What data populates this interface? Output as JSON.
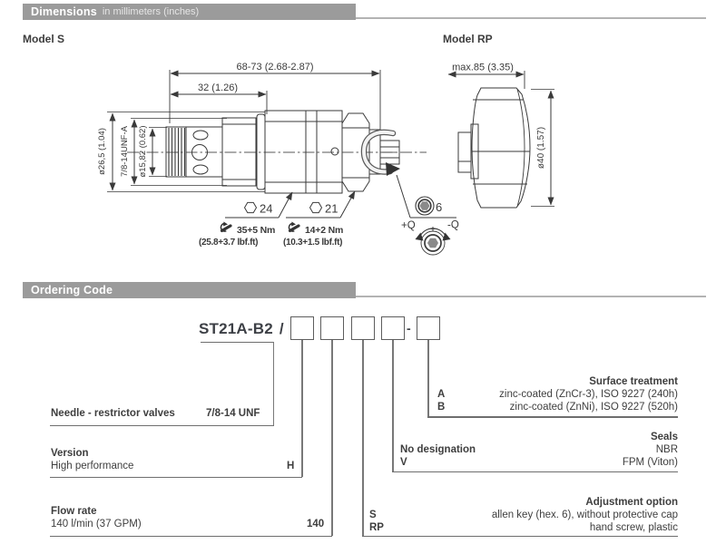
{
  "dimensions_section": {
    "header": {
      "title": "Dimensions",
      "subtitle": "in millimeters (inches)"
    },
    "model_s": {
      "title": "Model S",
      "overall_length": "68-73 (2.68-2.87)",
      "thread_length": "32 (1.26)",
      "body_diameter": "ø26,5 (1.04)",
      "thread_spec": "7/8-14UNF-A",
      "nose_diameter": "ø15,82 (0.62)",
      "hex_body_size": "24",
      "hex_body_torque_nm": "35+5 Nm",
      "hex_body_torque_lbfft": "(25.8+3.7 lbf.ft)",
      "hex_locknut_size": "21",
      "hex_locknut_torque_nm": "14+2 Nm",
      "hex_locknut_torque_lbfft": "(10.3+1.5 lbf.ft)",
      "allen_key_size": "6",
      "adjust_increase": "+Q",
      "adjust_decrease": "-Q"
    },
    "model_rp": {
      "title": "Model RP",
      "max_length": "max.85 (3.35)",
      "knob_diameter": "ø40 (1.57)"
    }
  },
  "ordering_section": {
    "header": {
      "title": "Ordering Code"
    },
    "code_prefix": "ST21A-B2",
    "separator": "/",
    "dash": "-",
    "valve_type": {
      "label": "Needle - restrictor valves",
      "value": "7/8-14 UNF"
    },
    "version": {
      "label": "Version",
      "description": "High performance",
      "code": "H"
    },
    "flow_rate": {
      "label": "Flow rate",
      "description": "140 l/min (37 GPM)",
      "code": "140"
    },
    "adjustment": {
      "title": "Adjustment option",
      "options": [
        {
          "code": "S",
          "text": "allen key (hex. 6), without protective cap"
        },
        {
          "code": "RP",
          "text": "hand screw, plastic"
        }
      ]
    },
    "seals": {
      "title": "Seals",
      "options": [
        {
          "code": "No designation",
          "text": "NBR"
        },
        {
          "code": "V",
          "text": "FPM (Viton)"
        }
      ]
    },
    "surface_treatment": {
      "title": "Surface treatment",
      "options": [
        {
          "code": "A",
          "text": "zinc-coated (ZnCr-3), ISO 9227 (240h)"
        },
        {
          "code": "B",
          "text": "zinc-coated (ZnNi), ISO 9227 (520h)"
        }
      ]
    }
  }
}
